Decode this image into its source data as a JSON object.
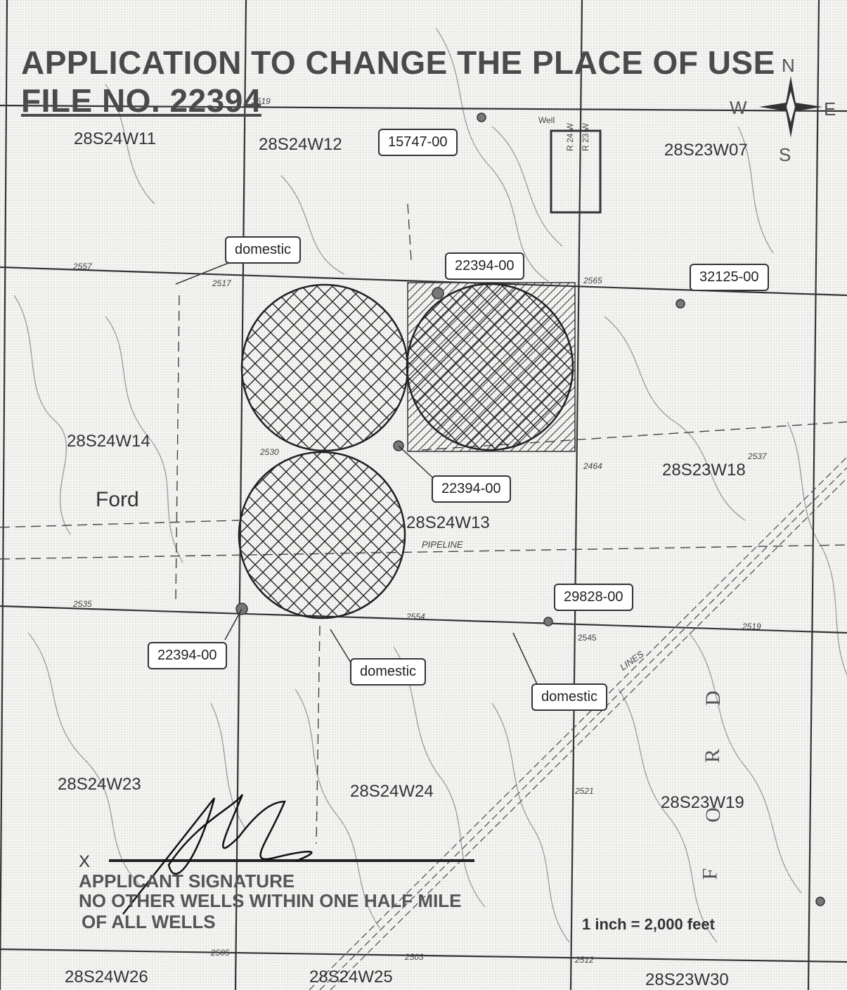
{
  "title": {
    "line1": "APPLICATION TO CHANGE THE PLACE OF USE",
    "line2": "FILE NO. 22394"
  },
  "compass": {
    "n": "N",
    "s": "S",
    "e": "E",
    "w": "W"
  },
  "sections": [
    {
      "id": "s11",
      "label": "28S24W11"
    },
    {
      "id": "s12",
      "label": "28S24W12"
    },
    {
      "id": "s07",
      "label": "28S23W07"
    },
    {
      "id": "s14",
      "label": "28S24W14"
    },
    {
      "id": "s13",
      "label": "28S24W13"
    },
    {
      "id": "s18",
      "label": "28S23W18"
    },
    {
      "id": "s23",
      "label": "28S24W23"
    },
    {
      "id": "s24",
      "label": "28S24W24"
    },
    {
      "id": "s19",
      "label": "28S23W19"
    },
    {
      "id": "s26",
      "label": "28S24W26"
    },
    {
      "id": "s25",
      "label": "28S24W25"
    },
    {
      "id": "s30",
      "label": "28S23W30"
    }
  ],
  "callouts": [
    {
      "id": "c15747",
      "label": "15747-00"
    },
    {
      "id": "cdom1",
      "label": "domestic"
    },
    {
      "id": "c22394a",
      "label": "22394-00"
    },
    {
      "id": "c32125",
      "label": "32125-00"
    },
    {
      "id": "c22394b",
      "label": "22394-00"
    },
    {
      "id": "c29828",
      "label": "29828-00"
    },
    {
      "id": "c22394c",
      "label": "22394-00"
    },
    {
      "id": "cdom2",
      "label": "domestic"
    },
    {
      "id": "cdom3",
      "label": "domestic"
    }
  ],
  "county": "Ford",
  "range_labels": {
    "r24": "R 24 W",
    "r23": "R 23 W",
    "well": "Well"
  },
  "pipeline": "PIPELINE",
  "lines_label": "LINES",
  "ford_letters": [
    "F",
    "O",
    "R",
    "D"
  ],
  "elevations": [
    "2519",
    "2557",
    "2517",
    "2565",
    "2530",
    "2464",
    "2537",
    "2535",
    "2554",
    "2545",
    "2519",
    "2521",
    "2505",
    "2503",
    "2512"
  ],
  "signature": {
    "x_mark": "X",
    "label": "APPLICANT SIGNATURE",
    "note_line1": "NO OTHER WELLS WITHIN ONE HALF MILE",
    "note_line2": "OF ALL WELLS"
  },
  "scale": "1 inch = 2,000 feet",
  "colors": {
    "line": "#333333",
    "well": "#777777",
    "hatch": "#222222",
    "topo": "#9a9a9a"
  }
}
